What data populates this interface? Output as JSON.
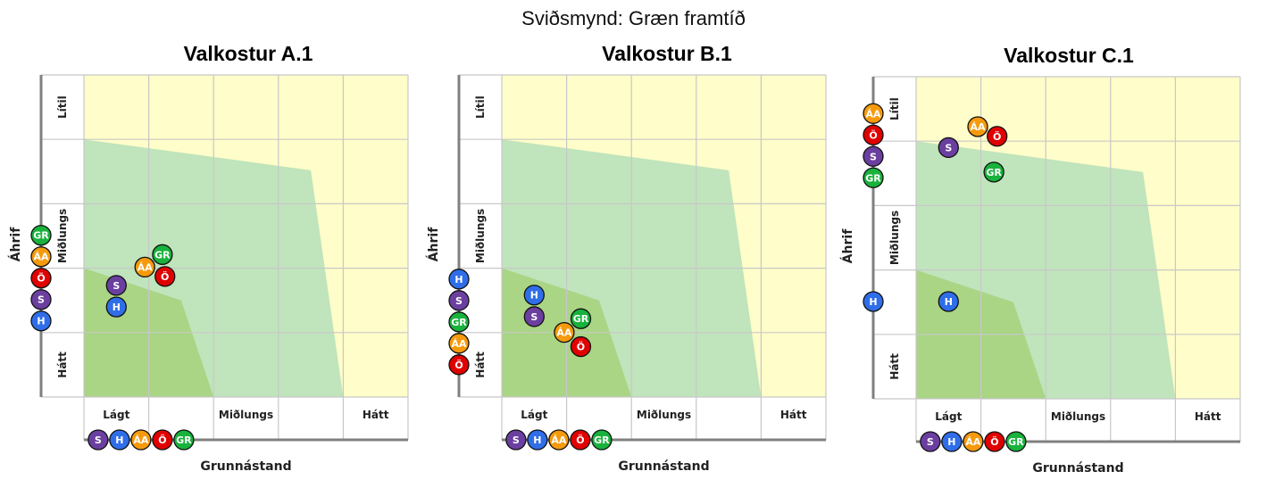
{
  "suptitle": "Sviðsmynd: Græn framtíð",
  "colors": {
    "background_zone": "#fffdc9",
    "outer_zone": "#c0e4bc",
    "inner_zone": "#a9d585",
    "grid": "#c8c8c8",
    "axis": "#808080",
    "H": "#2f6ee8",
    "S": "#6b3fa0",
    "GR": "#18b23c",
    "ÁA": "#f59a0c",
    "Ö": "#e00000"
  },
  "chart_data": [
    {
      "type": "scatter",
      "title": "Valkostur A.1",
      "xlabel": "Grunnástand",
      "ylabel": "Áhrif",
      "x_ticks": [
        "Lágt",
        "Miðlungs",
        "Hátt"
      ],
      "y_ticks": [
        "Lítil",
        "Miðlungs",
        "Hátt"
      ],
      "xlim": [
        0,
        5
      ],
      "ylim": [
        0,
        5
      ],
      "grid": true,
      "zones": {
        "outer": [
          [
            0,
            4.0
          ],
          [
            3.5,
            3.52
          ],
          [
            4.0,
            0
          ],
          [
            0,
            0
          ]
        ],
        "inner": [
          [
            0,
            2.0
          ],
          [
            1.5,
            1.5
          ],
          [
            2.0,
            0
          ],
          [
            0,
            0
          ]
        ]
      },
      "points": [
        {
          "label": "Ö",
          "x": 1.2,
          "y": 1.9
        },
        {
          "label": "ÁA",
          "x": 1.0,
          "y": 2.0
        },
        {
          "label": "GR",
          "x": 1.2,
          "y": 2.2
        },
        {
          "label": "S",
          "x": 0.5,
          "y": 1.62
        },
        {
          "label": "H",
          "x": 0.5,
          "y": 1.51
        }
      ]
    },
    {
      "type": "scatter",
      "title": "Valkostur B.1",
      "xlabel": "Grunnástand",
      "ylabel": "Áhrif",
      "x_ticks": [
        "Lágt",
        "Miðlungs",
        "Hátt"
      ],
      "y_ticks": [
        "Lítil",
        "Miðlungs",
        "Hátt"
      ],
      "xlim": [
        0,
        5
      ],
      "ylim": [
        0,
        5
      ],
      "grid": true,
      "zones": {
        "outer": [
          [
            0,
            4.0
          ],
          [
            3.5,
            3.52
          ],
          [
            4.0,
            0
          ],
          [
            0,
            0
          ]
        ],
        "inner": [
          [
            0,
            2.0
          ],
          [
            1.5,
            1.5
          ],
          [
            2.0,
            0
          ],
          [
            0,
            0
          ]
        ]
      },
      "points": [
        {
          "label": "Ö",
          "x": 1.2,
          "y": 0.8
        },
        {
          "label": "GR",
          "x": 1.2,
          "y": 1.2
        },
        {
          "label": "ÁA",
          "x": 1.0,
          "y": 1.0
        },
        {
          "label": "S",
          "x": 0.5,
          "y": 1.32
        },
        {
          "label": "H",
          "x": 0.5,
          "y": 1.51
        }
      ]
    },
    {
      "type": "scatter",
      "title": "Valkostur C.1",
      "xlabel": "Grunnástand",
      "ylabel": "Áhrif",
      "x_ticks": [
        "Lágt",
        "Miðlungs",
        "Hátt"
      ],
      "y_ticks": [
        "Lítil",
        "Miðlungs",
        "Hátt"
      ],
      "xlim": [
        0,
        5
      ],
      "ylim": [
        0,
        5
      ],
      "grid": true,
      "zones": {
        "outer": [
          [
            0,
            4.0
          ],
          [
            3.5,
            3.52
          ],
          [
            4.0,
            0
          ],
          [
            0,
            0
          ]
        ],
        "inner": [
          [
            0,
            2.0
          ],
          [
            1.5,
            1.5
          ],
          [
            2.0,
            0
          ],
          [
            0,
            0
          ]
        ]
      },
      "points": [
        {
          "label": "Ö",
          "x": 1.2,
          "y": 4.1
        },
        {
          "label": "ÁA",
          "x": 1.0,
          "y": 4.2
        },
        {
          "label": "S",
          "x": 0.5,
          "y": 3.9
        },
        {
          "label": "GR",
          "x": 1.2,
          "y": 3.52
        },
        {
          "label": "H",
          "x": 0.5,
          "y": 1.51
        }
      ]
    }
  ]
}
